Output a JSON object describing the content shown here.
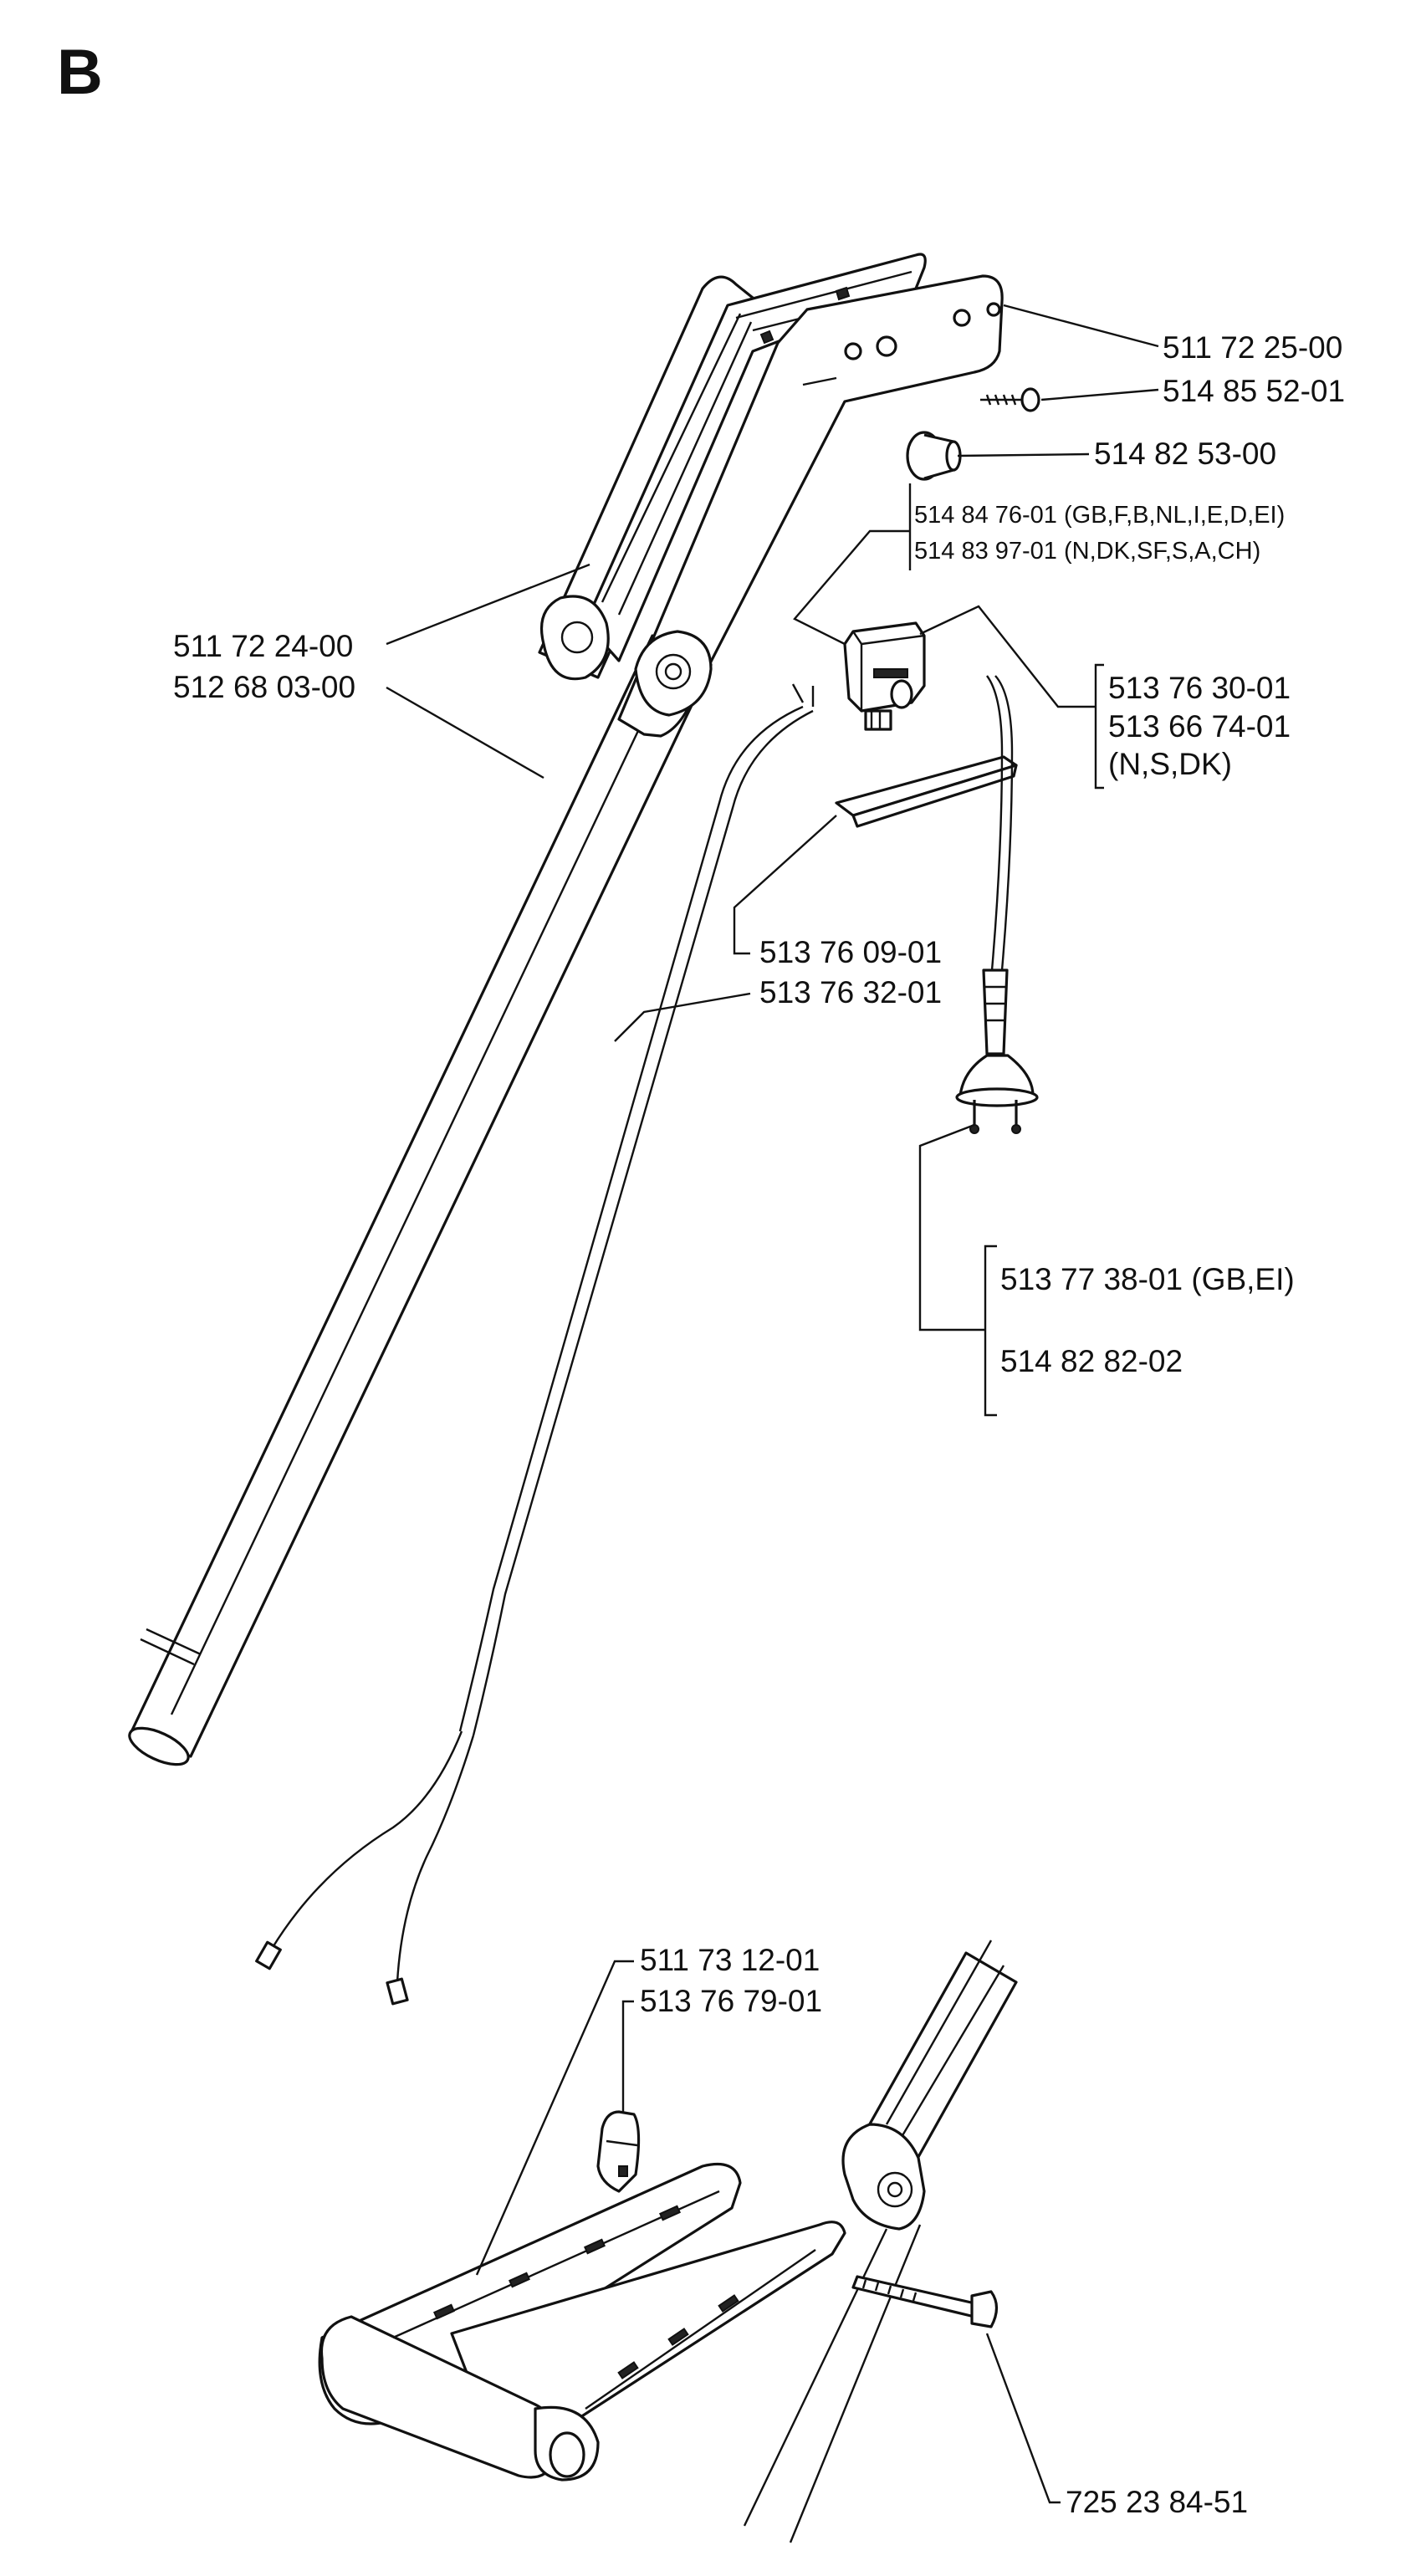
{
  "section_letter": "B",
  "callouts": {
    "handle_top": "511 72 25-00",
    "screw_top": "514 85 52-01",
    "knob": "514 82 53-00",
    "switch_a": "514 84 76-01 (GB,F,B,NL,I,E,D,EI)",
    "switch_b": "514 83 97-01 (N,DK,SF,S,A,CH)",
    "handle_half": "511 72 24-00",
    "tube": "512 68 03-00",
    "cord_a": "513 76 30-01",
    "cord_b": "513 66 74-01",
    "cord_b_note": "(N,S,DK)",
    "cover": "513 76 09-01",
    "cable": "513 76 32-01",
    "plug_a": "513 77 38-01 (GB,EI)",
    "plug_b": "514 82 82-02",
    "aux_handle": "511 73 12-01",
    "aux_knob": "513 76 79-01",
    "bolt": "725 23 84-51"
  }
}
